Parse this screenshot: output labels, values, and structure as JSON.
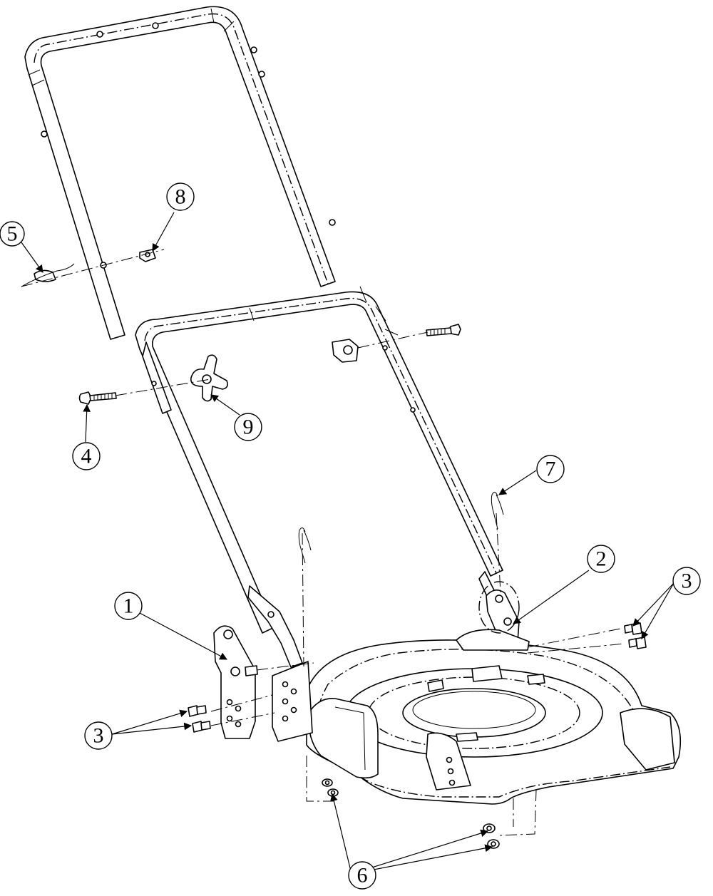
{
  "callouts": [
    {
      "id": "c1",
      "label": "1"
    },
    {
      "id": "c2",
      "label": "2"
    },
    {
      "id": "c3a",
      "label": "3"
    },
    {
      "id": "c3b",
      "label": "3"
    },
    {
      "id": "c4",
      "label": "4"
    },
    {
      "id": "c5",
      "label": "5"
    },
    {
      "id": "c6",
      "label": "6"
    },
    {
      "id": "c7",
      "label": "7"
    },
    {
      "id": "c8",
      "label": "8"
    },
    {
      "id": "c9",
      "label": "9"
    }
  ]
}
